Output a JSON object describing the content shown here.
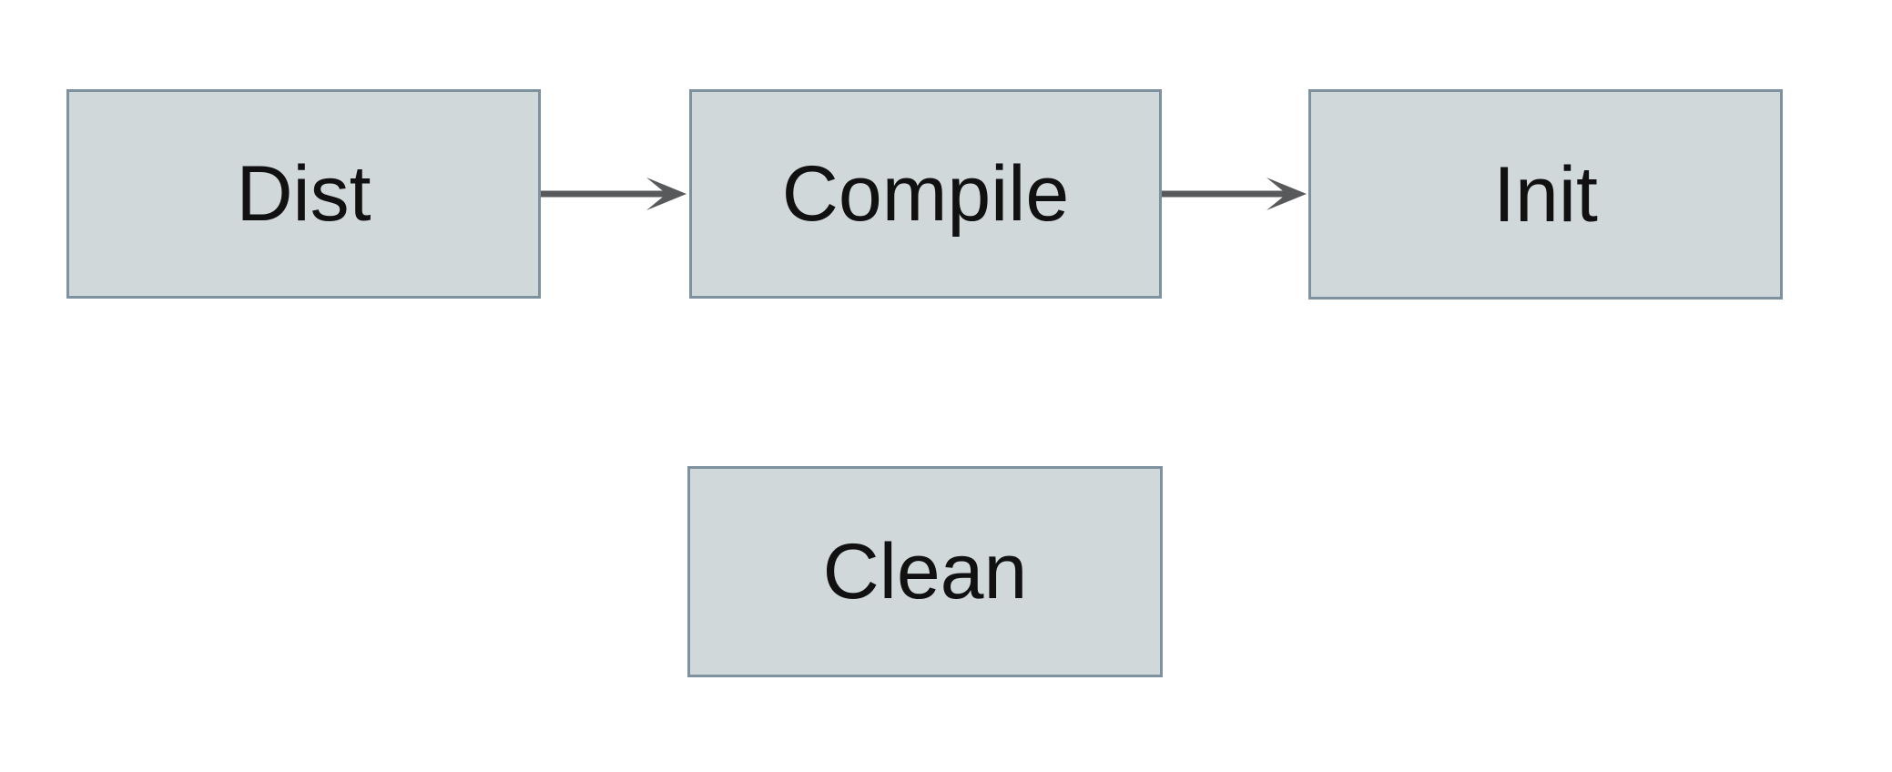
{
  "diagram": {
    "nodes": [
      {
        "id": "dist",
        "label": "Dist"
      },
      {
        "id": "compile",
        "label": "Compile"
      },
      {
        "id": "init",
        "label": "Init"
      },
      {
        "id": "clean",
        "label": "Clean"
      }
    ],
    "edges": [
      {
        "from": "Dist",
        "to": "Compile",
        "direction": "right"
      },
      {
        "from": "Compile",
        "to": "Init",
        "direction": "right"
      }
    ]
  },
  "theme": {
    "background": "#ffffff",
    "node_fill": "#d0d8da",
    "node_border": "#7d929e",
    "arrow_color": "#58595b",
    "text_color": "#111111"
  }
}
